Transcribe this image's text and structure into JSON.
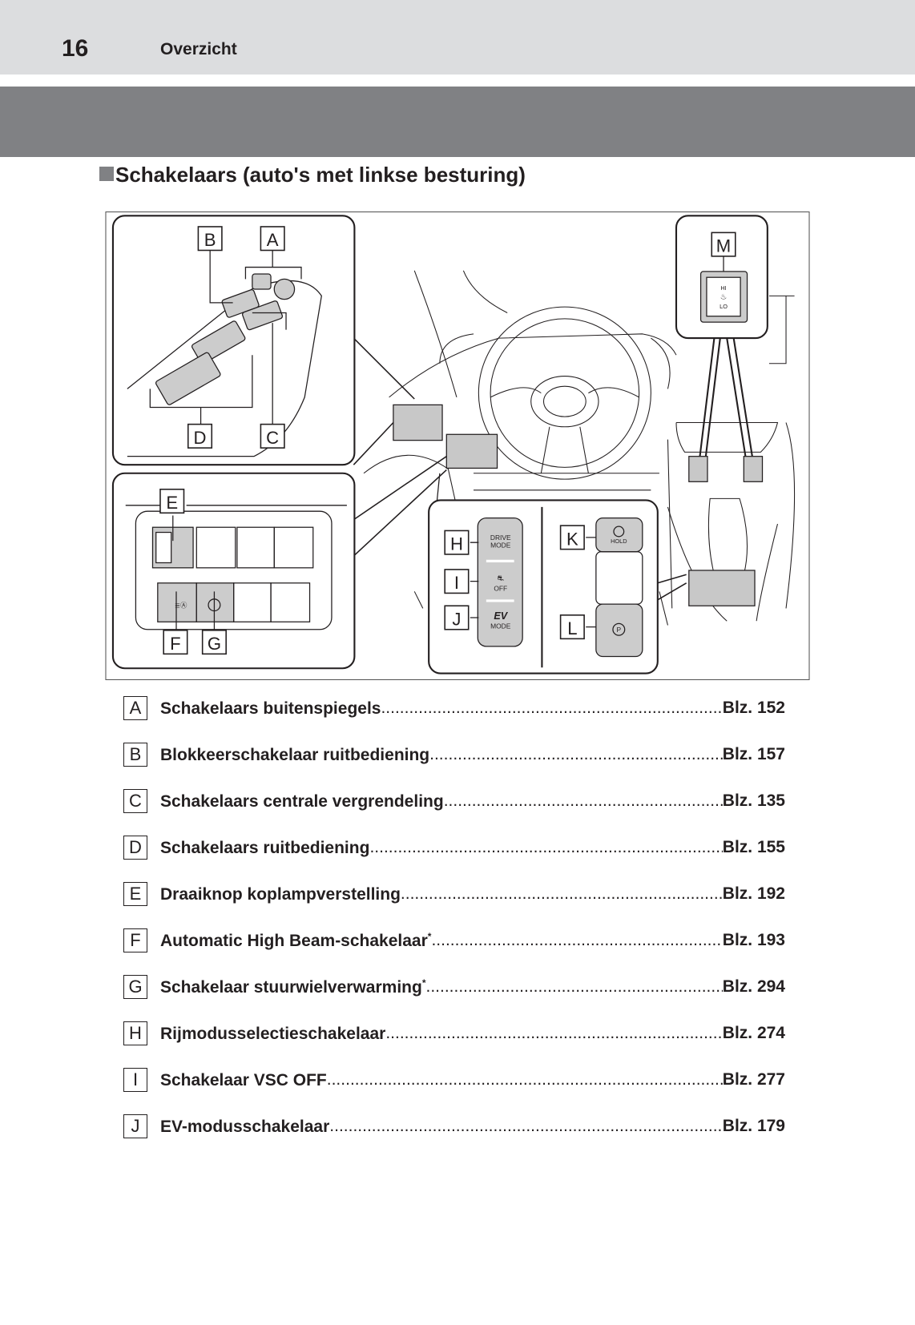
{
  "header": {
    "page_number": "16",
    "section": "Overzicht"
  },
  "section_title": "Schakelaars (auto's met linkse besturing)",
  "diagram": {
    "callouts": [
      "A",
      "B",
      "C",
      "D",
      "E",
      "F",
      "G",
      "H",
      "I",
      "J",
      "K",
      "L",
      "M"
    ],
    "button_text": {
      "drive_mode": [
        "DRIVE",
        "MODE"
      ],
      "vsc_off": "OFF",
      "ev": "EV",
      "ev_mode": "MODE",
      "hold": "HOLD",
      "hi": "HI",
      "lo": "LO"
    }
  },
  "items": [
    {
      "letter": "A",
      "title": "Schakelaars buitenspiegels",
      "asterisk": "",
      "page": "Blz. 152"
    },
    {
      "letter": "B",
      "title": "Blokkeerschakelaar ruitbediening",
      "asterisk": "",
      "page": "Blz. 157"
    },
    {
      "letter": "C",
      "title": "Schakelaars centrale vergrendeling",
      "asterisk": "",
      "page": "Blz. 135"
    },
    {
      "letter": "D",
      "title": "Schakelaars ruitbediening",
      "asterisk": "",
      "page": "Blz. 155"
    },
    {
      "letter": "E",
      "title": "Draaiknop koplampverstelling",
      "asterisk": "",
      "page": "Blz. 192"
    },
    {
      "letter": "F",
      "title": "Automatic High Beam-schakelaar",
      "asterisk": "*",
      "page": "Blz. 193"
    },
    {
      "letter": "G",
      "title": "Schakelaar stuurwielverwarming",
      "asterisk": "*",
      "page": "Blz. 294"
    },
    {
      "letter": "H",
      "title": "Rijmodusselectieschakelaar",
      "asterisk": "",
      "page": "Blz. 274"
    },
    {
      "letter": "I",
      "title": "Schakelaar VSC OFF",
      "asterisk": "",
      "page": "Blz. 277"
    },
    {
      "letter": "J",
      "title": "EV-modusschakelaar",
      "asterisk": "",
      "page": "Blz. 179"
    }
  ]
}
